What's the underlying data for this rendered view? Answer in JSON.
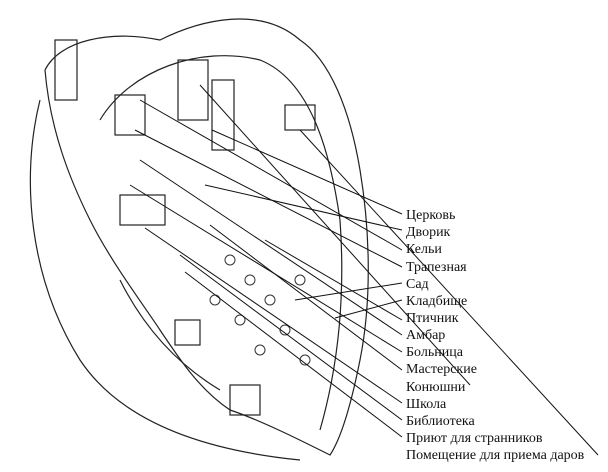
{
  "labels": [
    "Церковь",
    "Дворик",
    "Кельи",
    "Трапезная",
    "Сад",
    "Кладбище",
    "Птичник",
    "Амбар",
    "Больница",
    "Мастерские",
    "Конюшни",
    "Школа",
    "Библиотека",
    "Приют для странников",
    "Помещение для приема даров"
  ],
  "colors": {
    "ink": "#111111",
    "background": "#ffffff"
  }
}
